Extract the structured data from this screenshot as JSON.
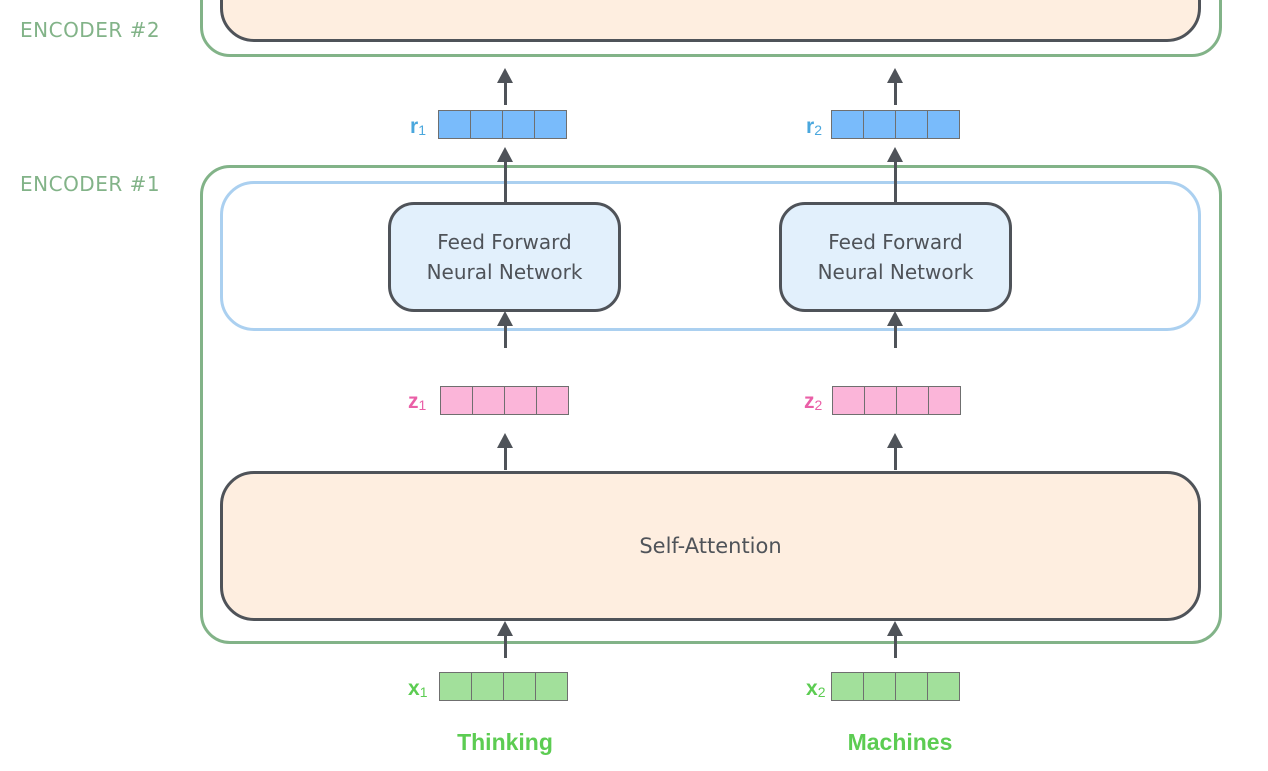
{
  "encoders": {
    "top_label": "ENCODER #2",
    "bottom_label": "ENCODER #1"
  },
  "layers": {
    "self_attention": "Self-Attention",
    "ffn": [
      {
        "line1": "Feed Forward",
        "line2": "Neural Network"
      },
      {
        "line1": "Feed Forward",
        "line2": "Neural Network"
      }
    ]
  },
  "vectors": {
    "r": [
      {
        "base": "r",
        "sub": "1"
      },
      {
        "base": "r",
        "sub": "2"
      }
    ],
    "z": [
      {
        "base": "z",
        "sub": "1"
      },
      {
        "base": "z",
        "sub": "2"
      }
    ],
    "x": [
      {
        "base": "x",
        "sub": "1"
      },
      {
        "base": "x",
        "sub": "2"
      }
    ]
  },
  "words": [
    "Thinking",
    "Machines"
  ],
  "colors": {
    "encoder_border": "#82b388",
    "layer_fill": "#feeee0",
    "ffn_fill": "#e2f0fc",
    "ffn_group_border": "#abd0f0",
    "r_fill": "#79bbfb",
    "r_label": "#4aa7dd",
    "z_fill": "#fbb5d9",
    "z_label": "#ea5fa7",
    "x_fill": "#a2e09b",
    "x_label": "#5ccc52",
    "arrow": "#4f5359"
  }
}
